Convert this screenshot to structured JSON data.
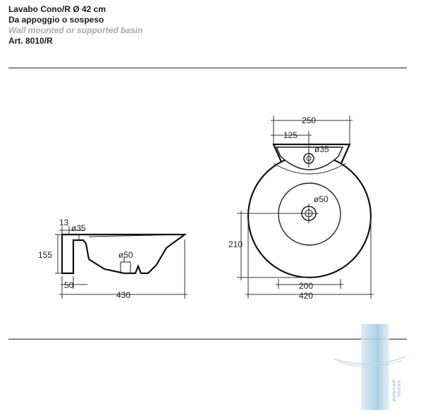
{
  "header": {
    "title": "Lavabo Cono/R Ø 42 cm",
    "subtitle_it": "Da appoggio o sospeso",
    "subtitle_en": "Wall mounted or supported basin",
    "article": "Art. 8010/R"
  },
  "side_view": {
    "dim_13": "13",
    "dim_35": "ø35",
    "dim_155": "155",
    "dim_50_drain": "ø50",
    "dim_50": "50",
    "dim_430": "430"
  },
  "top_view": {
    "dim_250": "250",
    "dim_125": "125",
    "dim_35": "ø35",
    "dim_50_drain": "ø50",
    "dim_210": "210",
    "dim_200": "200",
    "dim_420": "420"
  },
  "watermark": {
    "text": "vannu pasaule"
  },
  "colors": {
    "line": "#111111",
    "subtitle_en": "#a8a8a8",
    "watermark": "#9ec8e2"
  }
}
